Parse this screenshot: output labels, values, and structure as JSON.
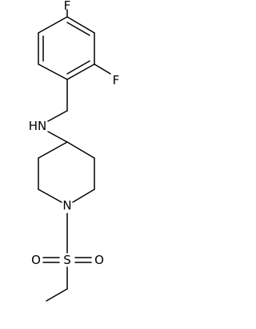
{
  "molecule": {
    "atoms": {
      "f_top": "F",
      "f_right": "F",
      "amine_n": "HN",
      "ring_n": "N",
      "sulfur": "S",
      "oxygen_left": "O",
      "oxygen_right": "O"
    },
    "colors": {
      "bond": "#000000",
      "label": "#000000",
      "background": "#ffffff"
    }
  }
}
